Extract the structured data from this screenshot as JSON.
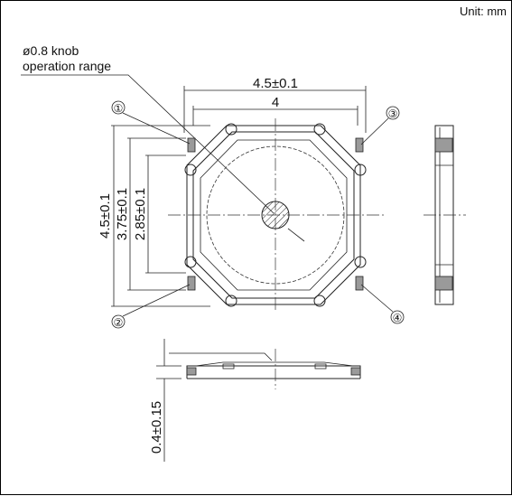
{
  "unit_label": "Unit: mm",
  "callout": {
    "line1": "ø0.8 knob",
    "line2": "operation range"
  },
  "dimensions": {
    "outer_width": "4.5±0.1",
    "inner_width": "4",
    "outer_height": "4.5±0.1",
    "height_3_75": "3.75±0.1",
    "height_2_85": "2.85±0.1",
    "thickness": "0.4±0.15"
  },
  "terminals": [
    "①",
    "②",
    "③",
    "④"
  ]
}
